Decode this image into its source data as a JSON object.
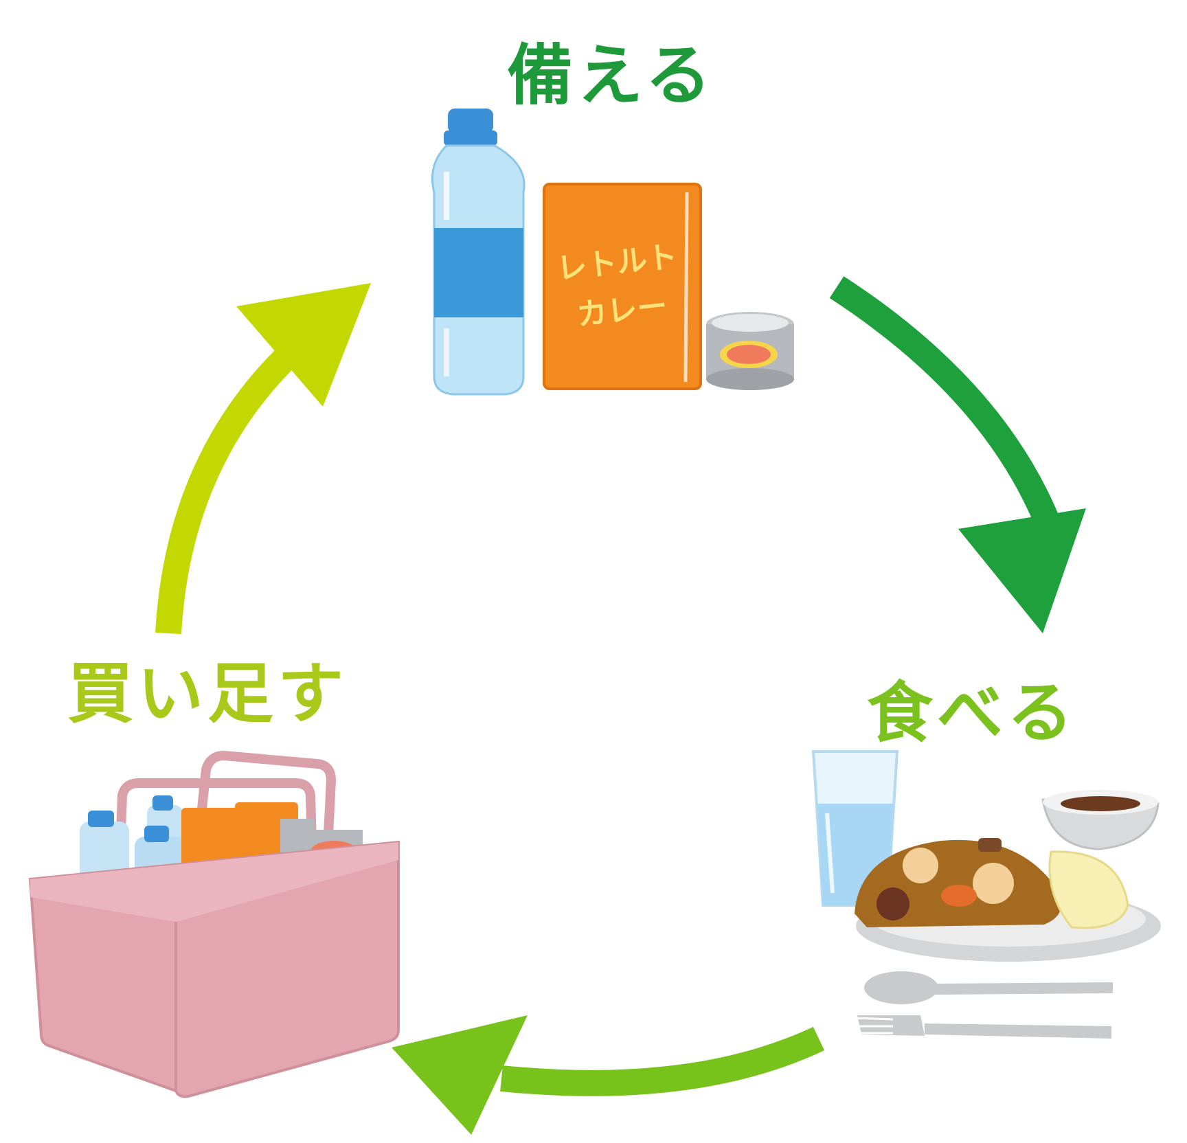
{
  "colors": {
    "prepare": "#1f9a3a",
    "eat": "#7cc21e",
    "restock": "#a8c81a",
    "arrow_prepare_to_eat": "#1ea13c",
    "arrow_eat_to_restock": "#78c21c",
    "arrow_restock_to_prepare": "#c2d800"
  },
  "steps": {
    "prepare": {
      "label": "備える"
    },
    "eat": {
      "label": "食べる"
    },
    "restock": {
      "label": "買い足す"
    }
  },
  "pouch": {
    "line1": "レトルト",
    "line2": "カレー"
  },
  "icons": [
    "water-bottle-icon",
    "retort-curry-pouch-icon",
    "canned-food-icon",
    "water-glass-icon",
    "curry-plate-icon",
    "soup-bowl-icon",
    "spoon-icon",
    "fork-icon",
    "shopping-basket-icon"
  ]
}
